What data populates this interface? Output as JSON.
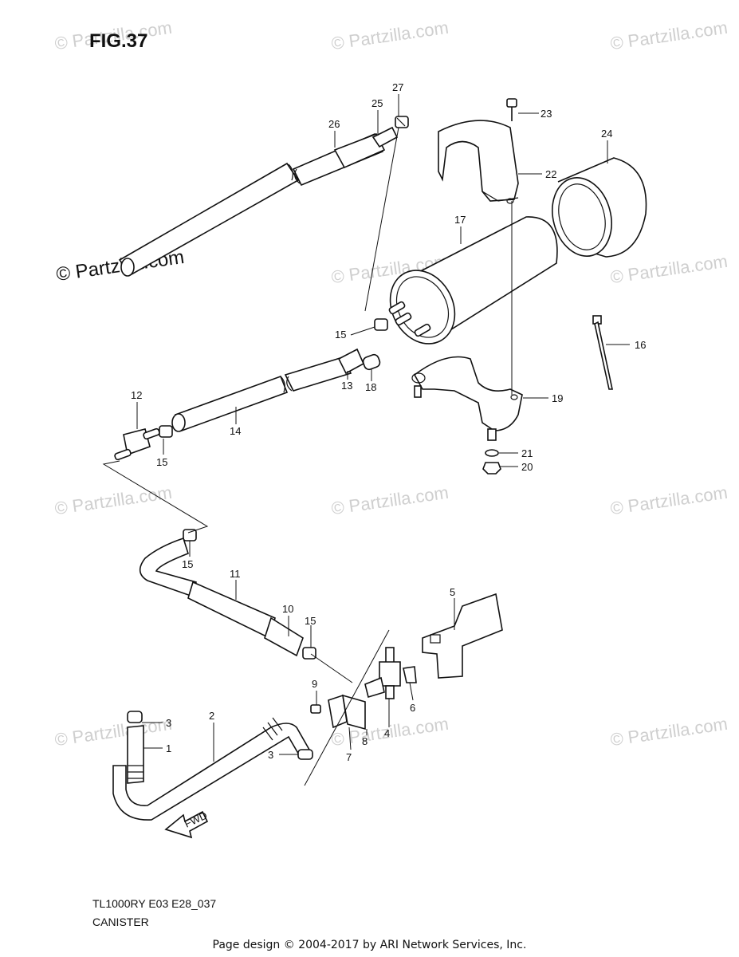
{
  "figure_title": "FIG.37",
  "model_code": "TL1000RY E03 E28_037",
  "caption": "CANISTER",
  "footer": "Page design © 2004-2017 by ARI Network Services, Inc.",
  "watermark_main": "© Partzilla.com",
  "watermark_faded": "© Partzilla.com",
  "fwd_label": "FWD",
  "callouts": {
    "p1": "1",
    "p2": "2",
    "p3a": "3",
    "p3b": "3",
    "p4": "4",
    "p5": "5",
    "p6": "6",
    "p7": "7",
    "p8": "8",
    "p9": "9",
    "p10": "10",
    "p11": "11",
    "p12": "12",
    "p13": "13",
    "p14": "14",
    "p15a": "15",
    "p15b": "15",
    "p15c": "15",
    "p15d": "15",
    "p16": "16",
    "p17": "17",
    "p18": "18",
    "p19": "19",
    "p20": "20",
    "p21": "21",
    "p22": "22",
    "p23": "23",
    "p24": "24",
    "p25": "25",
    "p26": "26",
    "p27": "27"
  }
}
